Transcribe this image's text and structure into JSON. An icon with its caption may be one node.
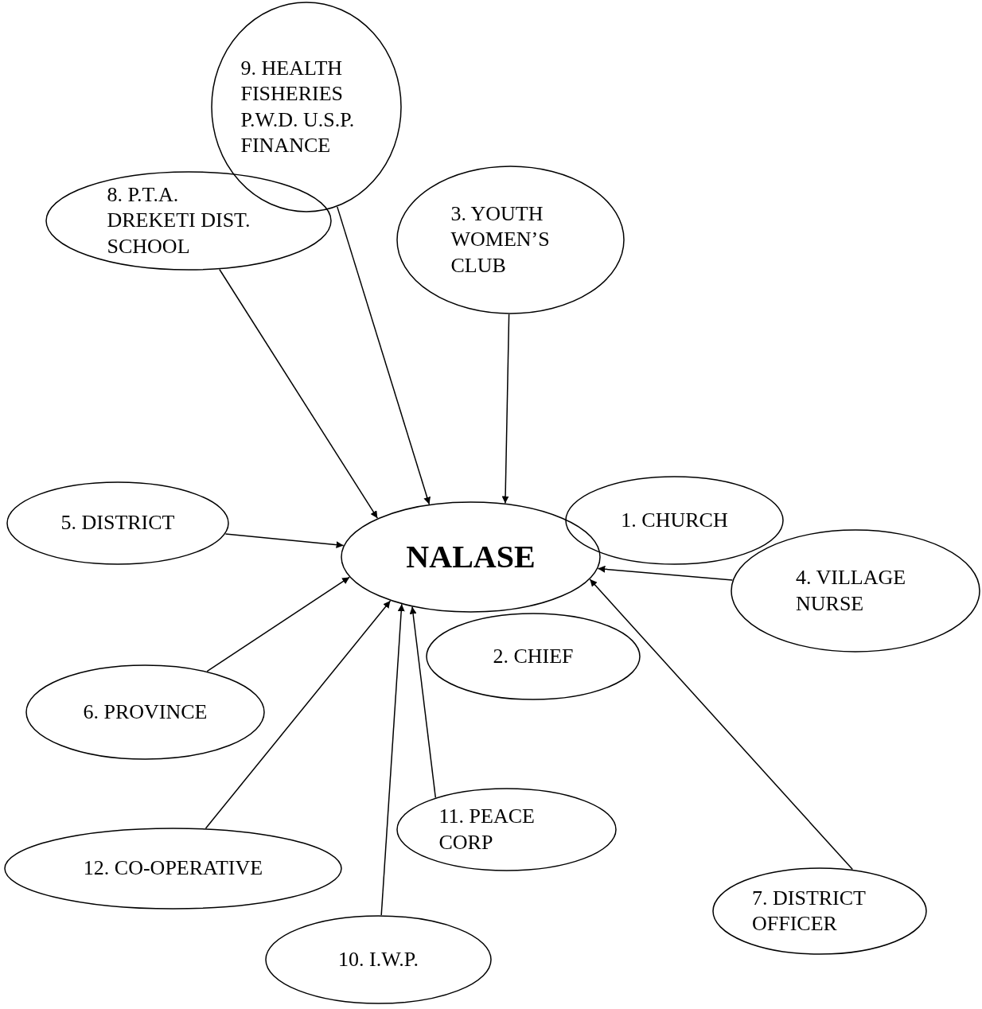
{
  "diagram": {
    "nodes": [
      {
        "text": [
          "9. HEALTH FISHERIES P.W.D. U.S.P. FINANCE"
        ]
      },
      {
        "text": [
          "8. P.T.A. DREKETI DIST. SCHOOL"
        ]
      },
      {
        "text": [
          "3. YOUTH WOMEN’S CLUB"
        ]
      },
      {
        "text": [
          "1. CHURCH"
        ]
      },
      {
        "text": [
          "5. DISTRICT"
        ]
      },
      {
        "text": [
          "NALASE"
        ]
      },
      {
        "text": [
          "4. VILLAGE NURSE"
        ]
      },
      {
        "text": [
          "2. CHIEF"
        ]
      },
      {
        "text": [
          "6. PROVINCE"
        ]
      },
      {
        "text": [
          "11. PEACE CORP"
        ]
      },
      {
        "text": [
          "7. DISTRICT OFFICER"
        ]
      },
      {
        "text": [
          "12. CO-OPERATIVE"
        ]
      },
      {
        "text": [
          "10. I.W.P."
        ]
      }
    ],
    "edges": [
      {
        "from": 0,
        "to": 5,
        "arrow": "to"
      },
      {
        "from": 1,
        "to": 5,
        "arrow": "to"
      },
      {
        "from": 2,
        "to": 5,
        "arrow": "to"
      },
      {
        "from": 4,
        "to": 5,
        "arrow": "to"
      },
      {
        "from": 6,
        "to": 5,
        "arrow": "to"
      },
      {
        "from": 8,
        "to": 5,
        "arrow": "to"
      },
      {
        "from": 9,
        "to": 5,
        "arrow": "to"
      },
      {
        "from": 10,
        "to": 5,
        "arrow": "to"
      },
      {
        "from": 11,
        "to": 5,
        "arrow": "to"
      },
      {
        "from": 12,
        "to": 5,
        "arrow": "to"
      }
    ]
  }
}
